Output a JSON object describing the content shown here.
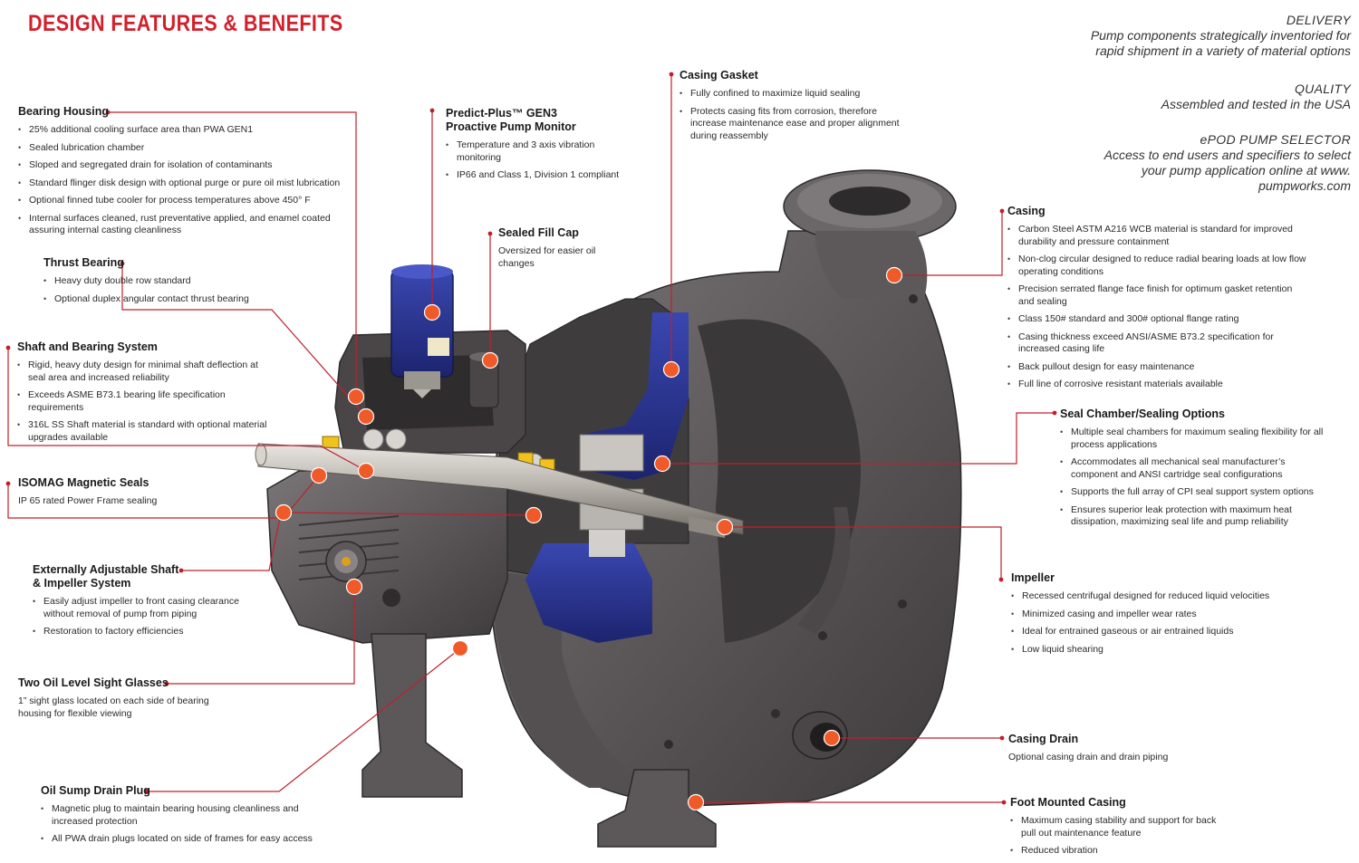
{
  "title": "DESIGN FEATURES & BENEFITS",
  "right_info": [
    {
      "heading": "DELIVERY",
      "lines": [
        "Pump components strategically inventoried for",
        "rapid shipment in a variety of material options"
      ]
    },
    {
      "heading": "QUALITY",
      "lines": [
        "Assembled and tested in the USA"
      ]
    },
    {
      "heading": "ePOD PUMP SELECTOR",
      "lines": [
        "Access to end users and specifiers to select",
        "your pump application online at www.",
        "pumpworks.com"
      ]
    }
  ],
  "callouts": {
    "bearing_housing": {
      "title": "Bearing Housing",
      "bullets": [
        "25% additional cooling surface area than PWA GEN1",
        "Sealed lubrication chamber",
        "Sloped and segregated drain for isolation of contaminants",
        "Standard flinger disk design with optional purge or pure oil mist lubrication",
        "Optional finned tube cooler for process temperatures above 450° F",
        "Internal surfaces cleaned, rust preventative applied, and enamel coated assuring internal casting cleanliness"
      ]
    },
    "thrust_bearing": {
      "title": "Thrust Bearing",
      "bullets": [
        "Heavy duty double row standard",
        "Optional duplex angular contact thrust bearing"
      ]
    },
    "shaft_bearing": {
      "title": "Shaft and Bearing System",
      "bullets": [
        "Rigid, heavy duty design for minimal shaft deflection at seal area and increased reliability",
        "Exceeds ASME B73.1 bearing life specification requirements",
        "316L SS Shaft material is standard with optional material upgrades available"
      ]
    },
    "isomag": {
      "title": "ISOMAG Magnetic Seals",
      "text": "IP 65 rated Power Frame sealing"
    },
    "ext_adjustable": {
      "title_lines": [
        "Externally Adjustable Shaft",
        "& Impeller System"
      ],
      "bullets": [
        "Easily adjust impeller to front casing clearance without removal of pump from piping",
        "Restoration to factory efficiencies"
      ]
    },
    "sight_glasses": {
      "title": "Two Oil Level Sight Glasses",
      "text": "1” sight glass located on each side of bearing housing for flexible viewing"
    },
    "sump_drain": {
      "title": "Oil Sump Drain Plug",
      "bullets": [
        "Magnetic plug to maintain bearing housing cleanliness and increased protection",
        "All PWA drain plugs located on side of frames for easy access"
      ]
    },
    "predict_plus": {
      "title_lines": [
        "Predict-Plus™ GEN3",
        "Proactive Pump Monitor"
      ],
      "bullets": [
        "Temperature and 3 axis vibration monitoring",
        "IP66 and Class 1, Division 1 compliant"
      ]
    },
    "fill_cap": {
      "title": "Sealed Fill Cap",
      "text": "Oversized for easier oil changes"
    },
    "casing_gasket": {
      "title": "Casing Gasket",
      "bullets": [
        "Fully confined to maximize liquid sealing",
        "Protects casing fits from corrosion, therefore increase maintenance ease and proper alignment during reassembly"
      ]
    },
    "casing": {
      "title": "Casing",
      "bullets": [
        "Carbon Steel ASTM A216 WCB material is standard for improved durability and pressure containment",
        "Non-clog circular designed to reduce radial bearing loads at low flow operating conditions",
        "Precision serrated flange face finish for optimum gasket retention and sealing",
        "Class 150# standard and 300# optional flange rating",
        "Casing thickness exceed ANSI/ASME B73.2 specification for increased casing life",
        "Back pullout design for easy maintenance",
        "Full line of corrosive resistant materials available"
      ]
    },
    "seal_chamber": {
      "title": "Seal Chamber/Sealing Options",
      "bullets": [
        "Multiple seal chambers for maximum sealing flexibility for all process applications",
        "Accommodates all mechanical seal manufacturer’s component and ANSI cartridge seal configurations",
        "Supports the full array of CPI seal support system options",
        "Ensures superior leak protection with maximum heat dissipation, maximizing seal life and pump reliability"
      ]
    },
    "impeller": {
      "title": "Impeller",
      "bullets": [
        "Recessed centrifugal designed for reduced liquid velocities",
        "Minimized casing and impeller wear rates",
        "Ideal for entrained gaseous or air entrained liquids",
        "Low liquid shearing"
      ]
    },
    "casing_drain": {
      "title": "Casing Drain",
      "text": "Optional casing drain and drain piping"
    },
    "foot_mounted": {
      "title": "Foot Mounted Casing",
      "bullets": [
        "Maximum casing stability and support for back pull out maintenance feature",
        "Reduced vibration"
      ]
    }
  },
  "colors": {
    "title_red": "#d21f2b",
    "leader_line": "#c0202c",
    "marker": "#f05a28",
    "casting": "#5a5658",
    "seal_blue": "#2a3590"
  }
}
